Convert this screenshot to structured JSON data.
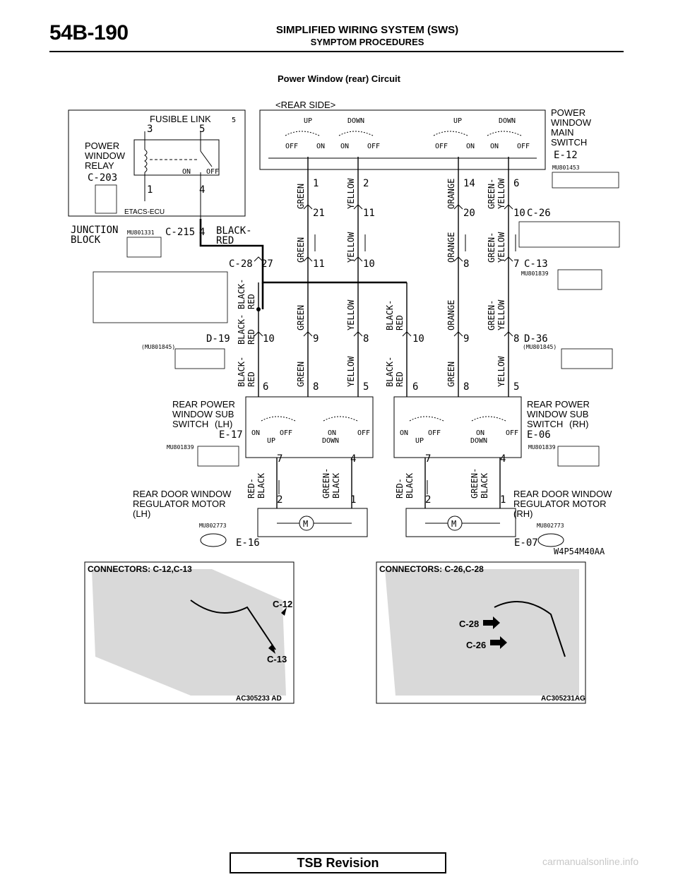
{
  "header": {
    "page_number": "54B-190",
    "section_title": "SIMPLIFIED WIRING SYSTEM (SWS)",
    "subsection_title": "SYMPTOM PROCEDURES"
  },
  "diagram_title": "Power Window (rear) Circuit",
  "rear_side_label": "<REAR SIDE>",
  "fusible_link": {
    "label": "FUSIBLE LINK",
    "number": "5"
  },
  "relay": {
    "line1": "POWER",
    "line2": "WINDOW",
    "line3": "RELAY",
    "connector": "C-203",
    "pins": [
      "3",
      "5",
      "1",
      "4"
    ],
    "switch_on": "ON",
    "switch_off": "OFF"
  },
  "etacs": "ETACS-ECU",
  "junction_block": {
    "line1": "JUNCTION",
    "line2": "BLOCK",
    "part": "MU801331",
    "connector": "C-215",
    "pin": "4",
    "wire1": "BLACK-",
    "wire2": "RED"
  },
  "main_switch": {
    "line1": "POWER",
    "line2": "WINDOW",
    "line3": "MAIN",
    "line4": "SWITCH",
    "connector": "E-12",
    "part": "MU801453",
    "up": "UP",
    "down": "DOWN",
    "off": "OFF",
    "on": "ON"
  },
  "connectors": {
    "c26": "C-26",
    "c28": "C-28",
    "c13": "C-13",
    "d19": "D-19",
    "d36": "D-36",
    "e17": "E-17",
    "e06": "E-06",
    "e16": "E-16",
    "e07": "E-07",
    "mu801839": "MU801839",
    "mu801845": "(MU801845)",
    "mu802773": "MU802773"
  },
  "wires": {
    "green": "GREEN",
    "yellow": "YELLOW",
    "orange": "ORANGE",
    "green_yellow_1": "GREEN-",
    "green_yellow_2": "YELLOW",
    "black_red_1": "BLACK-",
    "black_red_2": "RED",
    "red_black_1": "RED-",
    "red_black_2": "BLACK",
    "green_black_1": "GREEN-",
    "green_black_2": "BLACK"
  },
  "pins": {
    "e12": [
      "1",
      "2",
      "14",
      "6"
    ],
    "c26": [
      "21",
      "11",
      "20",
      "10"
    ],
    "c28_left": "27",
    "c28": [
      "11",
      "10",
      "8",
      "7"
    ],
    "d19": [
      "10",
      "9",
      "8"
    ],
    "d36": [
      "10",
      "9",
      "8"
    ],
    "sub_lh": [
      "6",
      "8",
      "5",
      "7",
      "4"
    ],
    "sub_rh": [
      "6",
      "8",
      "5",
      "7",
      "4"
    ],
    "motor_lh": [
      "2",
      "1"
    ],
    "motor_rh": [
      "2",
      "1"
    ]
  },
  "sub_switch_lh": {
    "line1": "REAR POWER",
    "line2": "WINDOW SUB",
    "line3": "SWITCH",
    "side": "(LH)",
    "on": "ON",
    "off": "OFF",
    "up": "UP",
    "down": "DOWN"
  },
  "sub_switch_rh": {
    "line1": "REAR POWER",
    "line2": "WINDOW SUB",
    "line3": "SWITCH",
    "side": "(RH)",
    "on": "ON",
    "off": "OFF",
    "up": "UP",
    "down": "DOWN"
  },
  "motor_lh": {
    "line1": "REAR DOOR WINDOW",
    "line2": "REGULATOR MOTOR",
    "side": "(LH)",
    "symbol": "M"
  },
  "motor_rh": {
    "line1": "REAR DOOR WINDOW",
    "line2": "REGULATOR MOTOR",
    "side": "(RH)",
    "symbol": "M"
  },
  "diagram_code": "W4P54M40AA",
  "photo_left": {
    "caption": "CONNECTORS: C-12,C-13",
    "callout1": "C-12",
    "callout2": "C-13",
    "code": "AC305233 AD"
  },
  "photo_right": {
    "caption": "CONNECTORS: C-26,C-28",
    "callout1": "C-28",
    "callout2": "C-26",
    "code": "AC305231AG"
  },
  "footer": {
    "tsb": "TSB Revision",
    "watermark": "carmanualsonline.info"
  }
}
